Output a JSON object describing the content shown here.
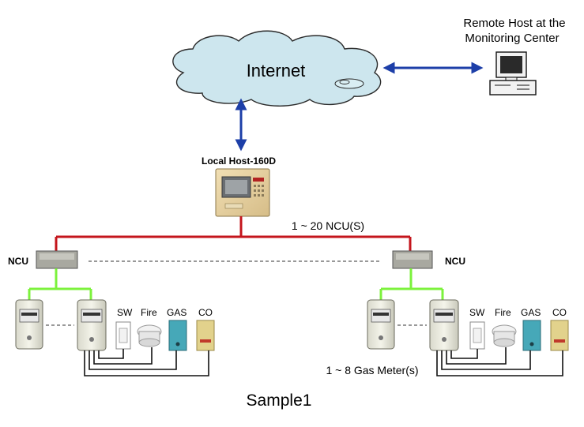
{
  "diagram": {
    "remote_host_label_line1": "Remote Host at the",
    "remote_host_label_line2": "Monitoring Center",
    "cloud_label": "Internet",
    "local_host_label": "Local Host-160D",
    "ncu_count_label": "1 ~ 20 NCU(S)",
    "ncu_left_label": "NCU",
    "ncu_right_label": "NCU",
    "gas_meter_count_label": "1 ~ 8 Gas Meter(s)",
    "caption": "Sample1",
    "left_group": {
      "sw": "SW",
      "fire": "Fire",
      "gas": "GAS",
      "co": "CO"
    },
    "right_group": {
      "sw": "SW",
      "fire": "Fire",
      "gas": "GAS",
      "co": "CO"
    }
  },
  "colors": {
    "red_bus": "#c4151c",
    "green_link": "#7cf23c",
    "blue_arrow": "#1d3fa8",
    "cloud_fill": "#cde6ee",
    "ncu_box": "#a8a8a0",
    "gas_sensor": "#46a8b8",
    "co_sensor": "#e2d28c"
  }
}
